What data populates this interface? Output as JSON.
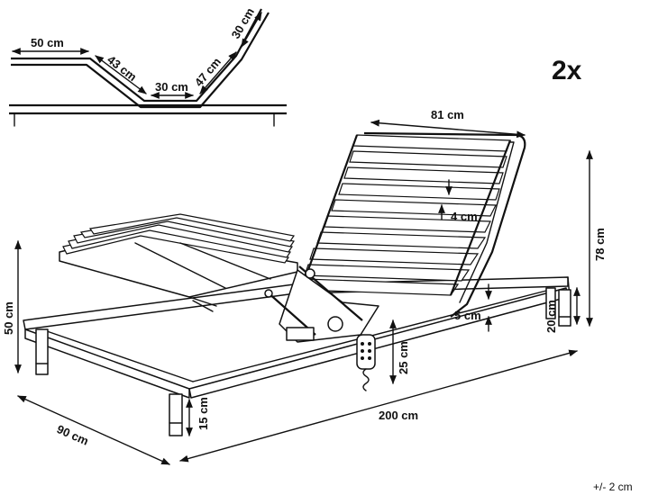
{
  "quantity_label": "2x",
  "tolerance": "+/- 2 cm",
  "profile": {
    "seat_length": "50 cm",
    "leg_drop": "43 cm",
    "middle": "30 cm",
    "back_rise": "47 cm",
    "head": "30 cm"
  },
  "dimensions": {
    "backrest_width": "81 cm",
    "slat_gap": "4 cm",
    "total_height": "78 cm",
    "frame_height": "20 cm",
    "slat_thickness": "5 cm",
    "left_height": "50 cm",
    "floor_clearance": "25 cm",
    "leg_height": "15 cm",
    "width": "90 cm",
    "length": "200 cm"
  }
}
